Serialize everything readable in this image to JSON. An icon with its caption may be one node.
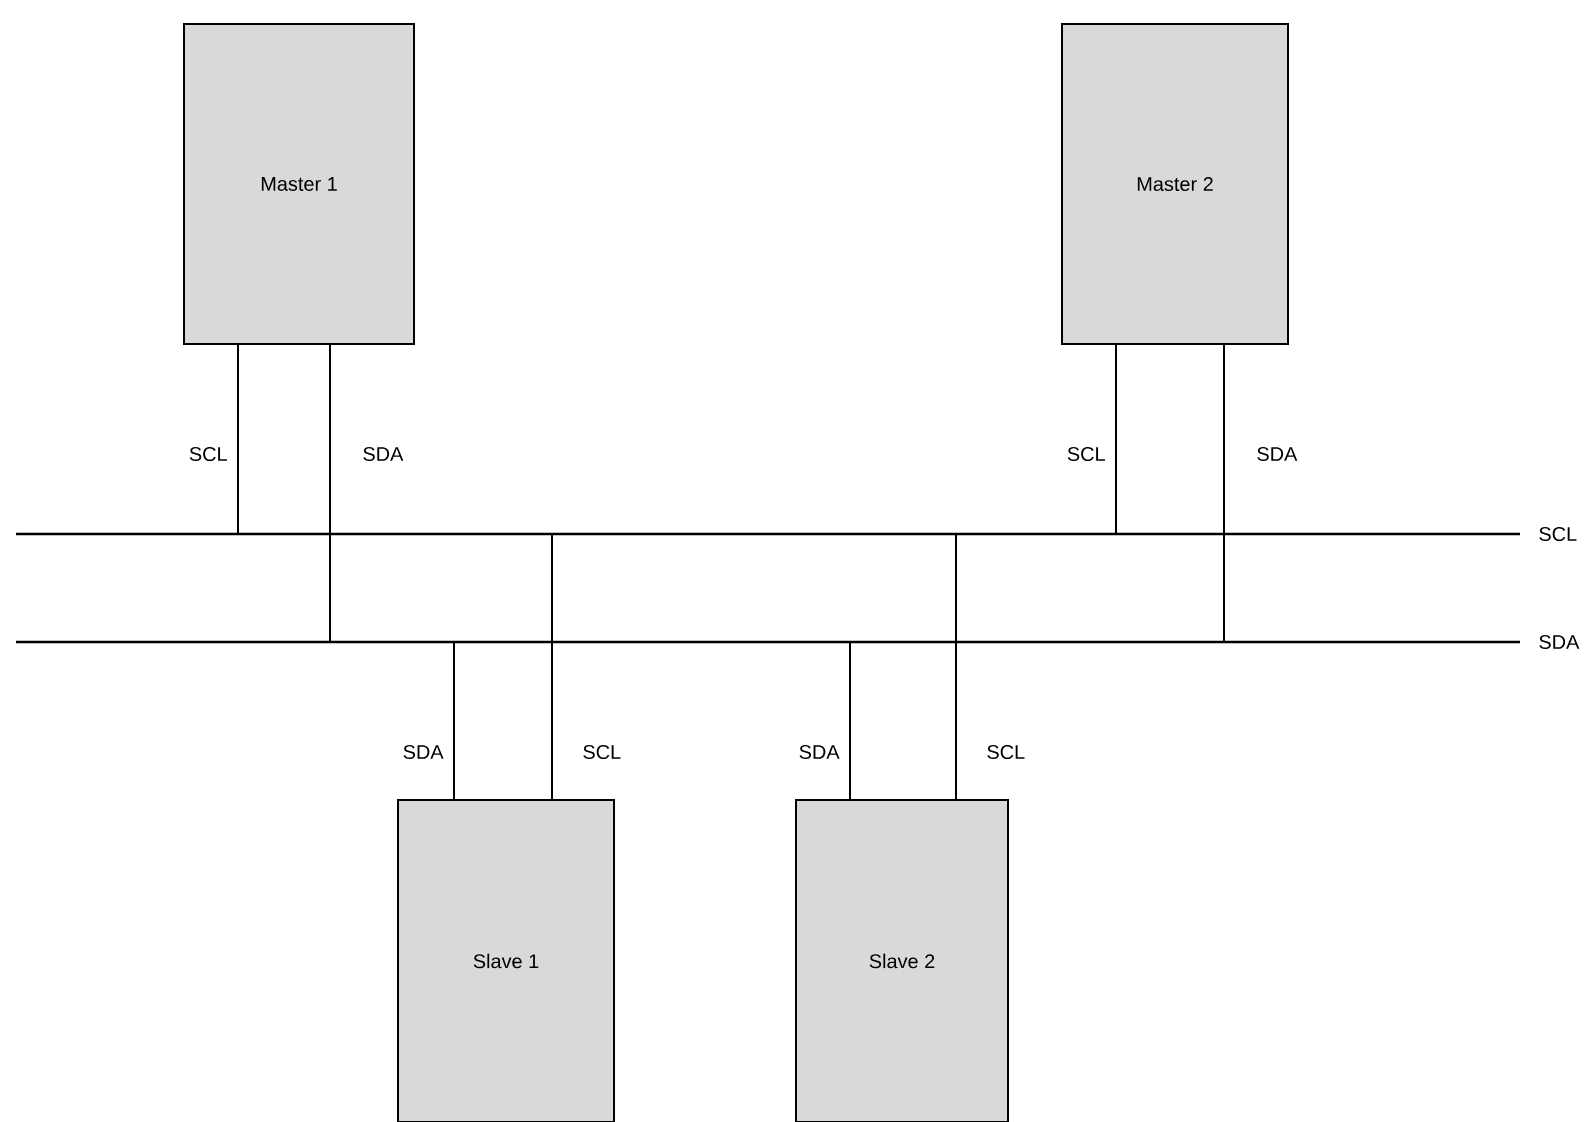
{
  "diagram": {
    "nodes": [
      {
        "text": [
          "Master 1"
        ]
      },
      {
        "text": [
          "Master 2"
        ]
      },
      {
        "text": [],
        "shape": "bar",
        "beside": [
          "SCL"
        ]
      },
      {
        "text": [],
        "shape": "bar",
        "beside": [
          "SDA"
        ]
      },
      {
        "text": [
          "Slave 1"
        ]
      },
      {
        "text": [
          "Slave 2"
        ]
      }
    ],
    "edges": [
      {
        "from": 0,
        "to": 2,
        "arrow": "none",
        "label": "SCL"
      },
      {
        "from": 0,
        "to": 3,
        "arrow": "none",
        "label": "SDA"
      },
      {
        "from": 1,
        "to": 2,
        "arrow": "none",
        "label": "SCL"
      },
      {
        "from": 1,
        "to": 3,
        "arrow": "none",
        "label": "SDA"
      },
      {
        "from": 3,
        "to": 4,
        "arrow": "none",
        "label": "SDA"
      },
      {
        "from": 2,
        "to": 4,
        "arrow": "none",
        "label": "SCL"
      },
      {
        "from": 3,
        "to": 5,
        "arrow": "none",
        "label": "SDA"
      },
      {
        "from": 2,
        "to": 5,
        "arrow": "none",
        "label": "SCL"
      }
    ]
  }
}
